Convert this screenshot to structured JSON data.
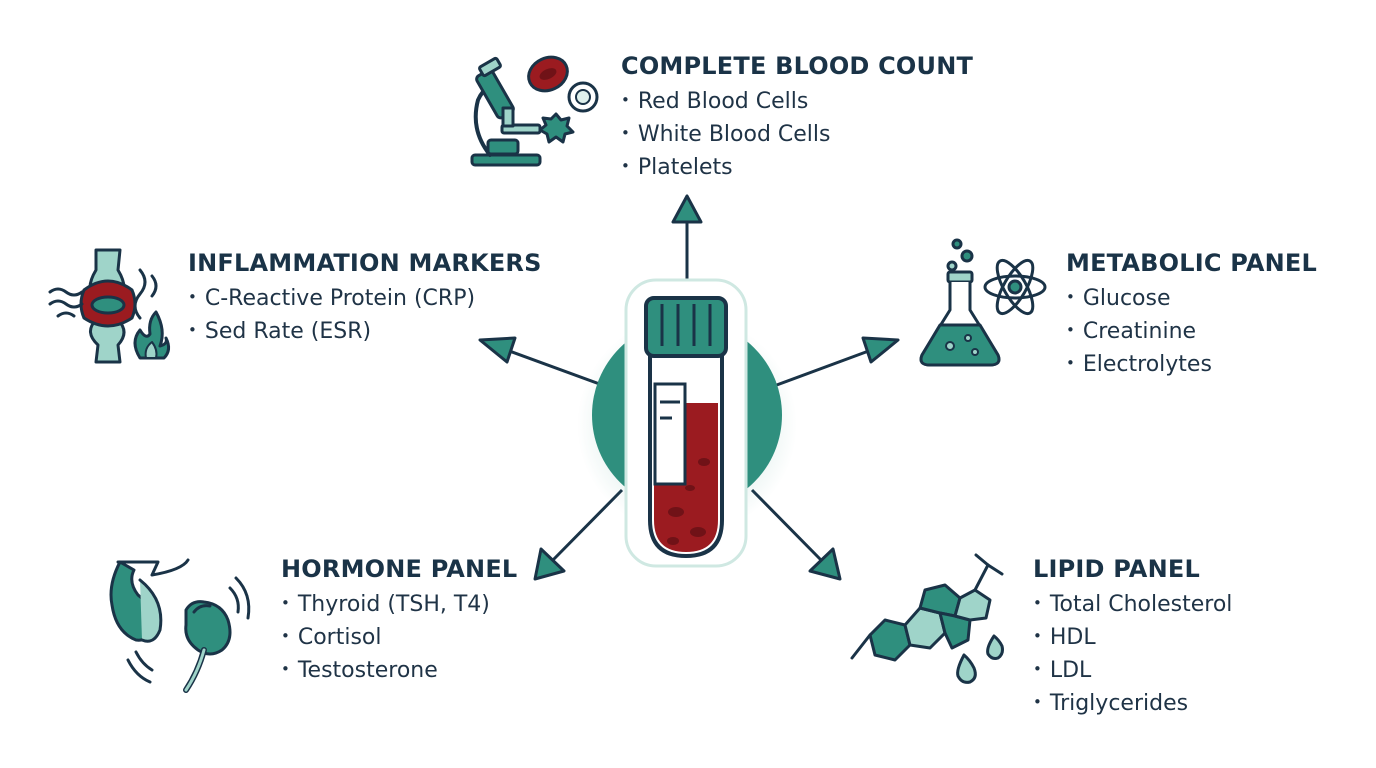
{
  "colors": {
    "teal": "#2f8f7e",
    "teal_light": "#9fd4c9",
    "navy": "#1a3347",
    "blood_red": "#9b1b20",
    "white": "#ffffff"
  },
  "center": {
    "icon": "blood-test-tube-icon"
  },
  "panels": {
    "cbc": {
      "title": "COMPLETE BLOOD COUNT",
      "icon": "microscope-blood-cells-icon",
      "items": [
        "Red Blood Cells",
        "White Blood Cells",
        "Platelets"
      ]
    },
    "inflammation": {
      "title": "INFLAMMATION MARKERS",
      "icon": "inflamed-joint-icon",
      "items": [
        "C-Reactive Protein (CRP)",
        "Sed Rate (ESR)"
      ]
    },
    "metabolic": {
      "title": "METABOLIC PANEL",
      "icon": "flask-atom-icon",
      "items": [
        "Glucose",
        "Creatinine",
        "Electrolytes"
      ]
    },
    "hormone": {
      "title": "HORMONE PANEL",
      "icon": "glands-icon",
      "items": [
        "Thyroid (TSH, T4)",
        "Cortisol",
        "Testosterone"
      ]
    },
    "lipid": {
      "title": "LIPID PANEL",
      "icon": "steroid-molecule-icon",
      "items": [
        "Total Cholesterol",
        "HDL",
        "LDL",
        "Triglycerides"
      ]
    }
  }
}
